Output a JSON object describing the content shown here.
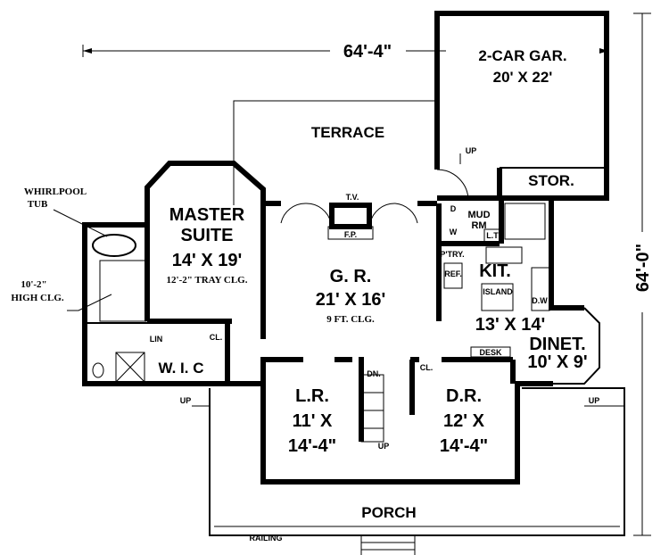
{
  "dimensions": {
    "width_overall": "64'-4\"",
    "depth_overall": "64'-0\""
  },
  "rooms": {
    "garage": {
      "name": "2-CAR GAR.",
      "size": "20' X 22'"
    },
    "storage": {
      "name": "STOR."
    },
    "terrace": {
      "name": "TERRACE"
    },
    "master": {
      "name1": "MASTER",
      "name2": "SUITE",
      "size": "14' X 19'",
      "note": "12'-2\" TRAY CLG."
    },
    "bath": {
      "tub1": "WHIRLPOOL",
      "tub2": "TUB",
      "clg1": "10'-2\"",
      "clg2": "HIGH CLG."
    },
    "linen": "LIN",
    "closet_master": "CL.",
    "wic": "W. I. C",
    "great_room": {
      "name": "G. R.",
      "size": "21' X 16'",
      "note": "9 FT. CLG."
    },
    "tv": "T.V.",
    "fireplace": "F.P.",
    "mud": {
      "name1": "MUD",
      "name2": "RM",
      "dryer": "D",
      "washer": "W",
      "lt": "L.T"
    },
    "kitchen": {
      "name": "KIT.",
      "size": "13' X 14'",
      "pantry": "P'TRY.",
      "ref": "REF.",
      "island": "ISLAND",
      "dw": "D.W"
    },
    "dinette": {
      "name": "DINET.",
      "size": "10' X 9'",
      "desk": "DESK"
    },
    "living": {
      "name": "L.R.",
      "w": "11' X",
      "d": "14'-4\""
    },
    "dining": {
      "name": "D.R.",
      "w": "12' X",
      "d": "14'-4\""
    },
    "closet_foyer": "CL.",
    "stair_dn": "DN.",
    "stair_up": "UP",
    "porch": {
      "name": "PORCH",
      "railing": "RAILING"
    },
    "up_labels": [
      "UP",
      "UP",
      "UP"
    ]
  }
}
